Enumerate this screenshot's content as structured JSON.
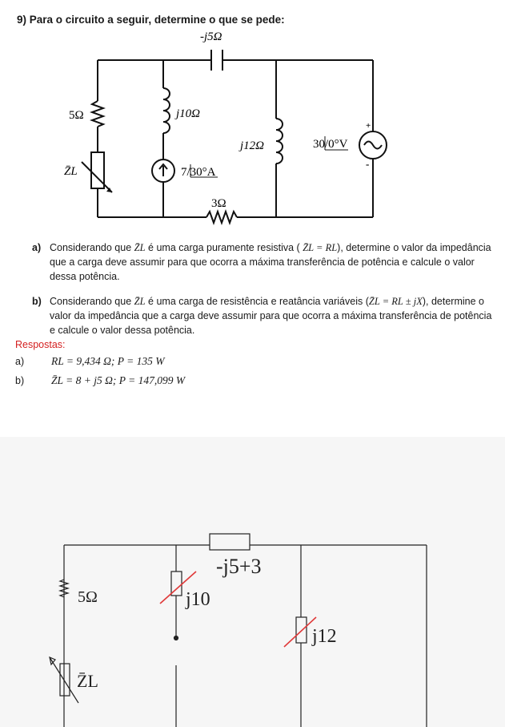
{
  "question": {
    "title": "9) Para o circuito a seguir, determine o que se pede:",
    "items": [
      {
        "label": "a)",
        "text_before": "Considerando que",
        "math_inline": "Z̄L",
        "text_middle": "é uma carga puramente resistiva (",
        "math_inline2": "Z̄L = RL",
        "text_after": "), determine o valor da impedância que a carga deve assumir para que ocorra a máxima transferência de potência e calcule o valor dessa potência."
      },
      {
        "label": "b)",
        "text_before": "Considerando que",
        "math_inline": "Z̄L",
        "text_middle": "é uma carga de resistência e reatância variáveis (",
        "math_inline2": "Z̄L = RL ± jX",
        "text_after": "), determine o valor da impedância que a carga deve assumir para que ocorra a máxima transferência de potência e calcule o valor dessa potência."
      }
    ]
  },
  "circuit": {
    "capacitor_label": "-j5Ω",
    "resistor_5_label": "5Ω",
    "load_label": "Z̄L",
    "inductor_10_label": "j10Ω",
    "current_source_label": "7/30°A",
    "inductor_12_label": "j12Ω",
    "voltage_source_label": "30/0°V",
    "resistor_3_label": "3Ω",
    "plus_sign": "+",
    "minus_sign": "-"
  },
  "answers": {
    "heading": "Respostas:",
    "rows": [
      {
        "label": "a)",
        "value": "RL = 9,434  Ω; P = 135 W"
      },
      {
        "label": "b)",
        "value": "Z̄L = 8 + j5 Ω; P = 147,099 W"
      }
    ]
  },
  "sketch": {
    "top_label": "-j5+3",
    "resistor_label": "5Ω",
    "inductor_10_label": "j10",
    "inductor_12_label": "j12",
    "load_label": "Z̄L"
  }
}
